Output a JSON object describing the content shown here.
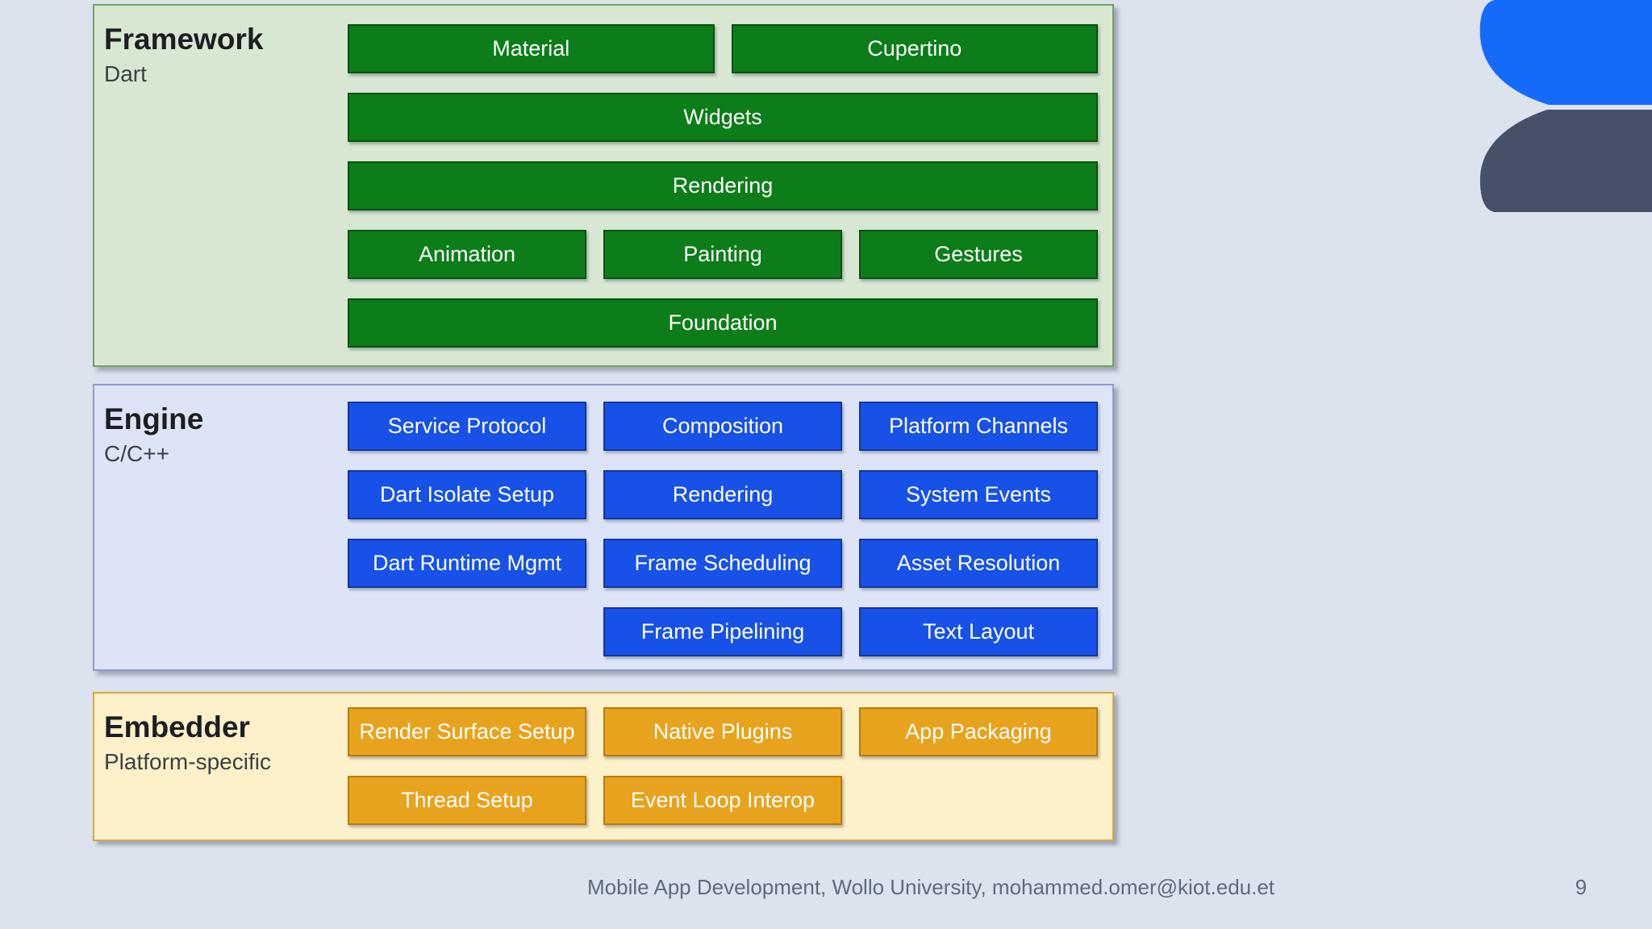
{
  "slide": {
    "background": "#dce3ee",
    "footer": {
      "text": "Mobile App Development, Wollo University, mohammed.omer@kiot.edu.et",
      "page_number": "9"
    },
    "logo": {
      "name": "petal-leaf-logo",
      "top_color": "#146bfa",
      "bottom_color": "#465169"
    }
  },
  "layers": [
    {
      "title": "Framework",
      "subtitle": "Dart",
      "box_bg": "#d7e7d2",
      "box_border": "#6fa265",
      "block_bg": "#0d7d1a",
      "block_border": "#0a520f",
      "blocks": {
        "material": "Material",
        "cupertino": "Cupertino",
        "widgets": "Widgets",
        "rendering": "Rendering",
        "animation": "Animation",
        "painting": "Painting",
        "gestures": "Gestures",
        "foundation": "Foundation"
      }
    },
    {
      "title": "Engine",
      "subtitle": "C/C++",
      "box_bg": "#dde4f8",
      "box_border": "#8e9cc9",
      "block_bg": "#1751e8",
      "block_border": "#12379b",
      "blocks": {
        "service_protocol": "Service Protocol",
        "composition": "Composition",
        "platform_channels": "Platform Channels",
        "dart_isolate_setup": "Dart Isolate Setup",
        "rendering": "Rendering",
        "system_events": "System Events",
        "dart_runtime_mgmt": "Dart Runtime Mgmt",
        "frame_scheduling": "Frame Scheduling",
        "asset_resolution": "Asset Resolution",
        "frame_pipelining": "Frame Pipelining",
        "text_layout": "Text Layout"
      }
    },
    {
      "title": "Embedder",
      "subtitle": "Platform-specific",
      "box_bg": "#fdf1ca",
      "box_border": "#d9a73f",
      "block_bg": "#e8a31e",
      "block_border": "#b87c0a",
      "blocks": {
        "render_surface_setup": "Render Surface Setup",
        "native_plugins": "Native Plugins",
        "app_packaging": "App Packaging",
        "thread_setup": "Thread Setup",
        "event_loop_interop": "Event Loop Interop"
      }
    }
  ]
}
